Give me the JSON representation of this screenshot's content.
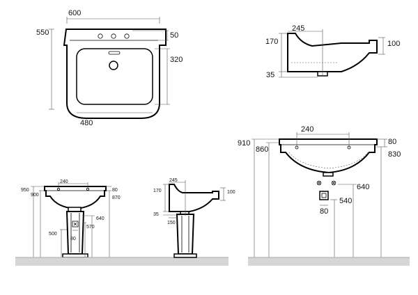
{
  "top_view": {
    "width": "600",
    "depth": "550",
    "tap_area": "50",
    "bowl_depth": "320",
    "bowl_width": "480"
  },
  "side_view": {
    "overhang": "245",
    "height": "170",
    "lip": "100",
    "waste": "35"
  },
  "front_large": {
    "holes_spacing": "240",
    "height_left": "910",
    "height_inner": "860",
    "top_thickness": "80",
    "height_right": "830",
    "waste_height": "640",
    "fixing_height": "540",
    "plate_width": "80"
  },
  "pedestal_front": {
    "holes_spacing": "240",
    "total_height": "950",
    "rim_height": "900",
    "top_thickness": "80",
    "right_height": "870",
    "waste_height": "640",
    "plate_height": "570",
    "left_height": "500",
    "plate_width": "80"
  },
  "pedestal_side": {
    "overhang": "245",
    "height": "170",
    "lip": "100",
    "waste": "35",
    "pedestal_depth": "150"
  }
}
